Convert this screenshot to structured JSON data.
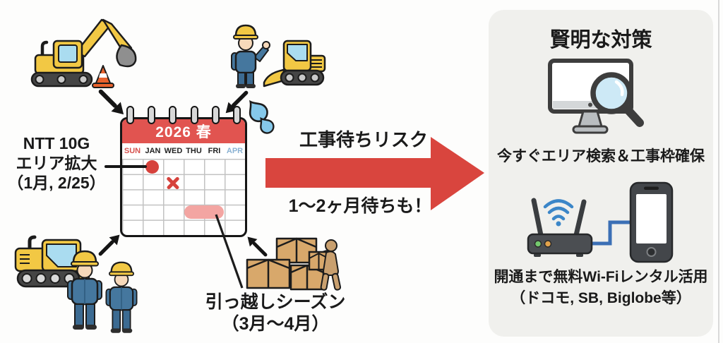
{
  "labels": {
    "ntt": {
      "line1": "NTT 10G",
      "line2": "エリア拡大",
      "line3": "（1月, 2/25）"
    },
    "risk": "工事待ちリスク",
    "wait": "1〜2ヶ月待ちも！",
    "moving": {
      "line1": "引っ越しシーズン",
      "line2": "（3月〜4月）"
    }
  },
  "calendar": {
    "title": "2026 春",
    "days": [
      "SUN",
      "JAN",
      "WED",
      "THU",
      "FRI",
      "APR"
    ],
    "marks": [
      "red-dot on JAN row1",
      "red-x on WED row2",
      "pink-highlight THU-FRI row4"
    ]
  },
  "panel": {
    "title": "賢明な対策",
    "action1": "今すぐエリア検索＆工事枠確保",
    "action2_line1": "開通まで無料Wi-Fiレンタル活用",
    "action2_line2": "（ドコモ, SB, Biglobe等）"
  },
  "colors": {
    "arrow_red": "#d9453e",
    "calendar_header_red": "#e15450",
    "mark_red": "#d6423c",
    "highlight_pink": "#f3a5a2",
    "sun_red": "#d6514d",
    "apr_blue": "#8ab2d3",
    "panel_bg": "#f0f0ed",
    "machine_yellow": "#f2c844",
    "worker_blue": "#45779e",
    "wifi_blue": "#3b86c8",
    "sweat_blue": "#85c8ea",
    "box_tan": "#d8a86b",
    "text_black": "#1a1a1a"
  },
  "icons": [
    "excavator-icon",
    "traffic-cone-icon",
    "worker-bulldozer-icon",
    "excavator-workers-icon",
    "moving-boxes-icon",
    "sweat-drops-icon",
    "monitor-search-icon",
    "router-phone-icon",
    "arrow-down-right-icon",
    "arrow-down-left-icon",
    "arrow-up-right-icon",
    "arrow-up-left-icon",
    "big-right-arrow"
  ]
}
